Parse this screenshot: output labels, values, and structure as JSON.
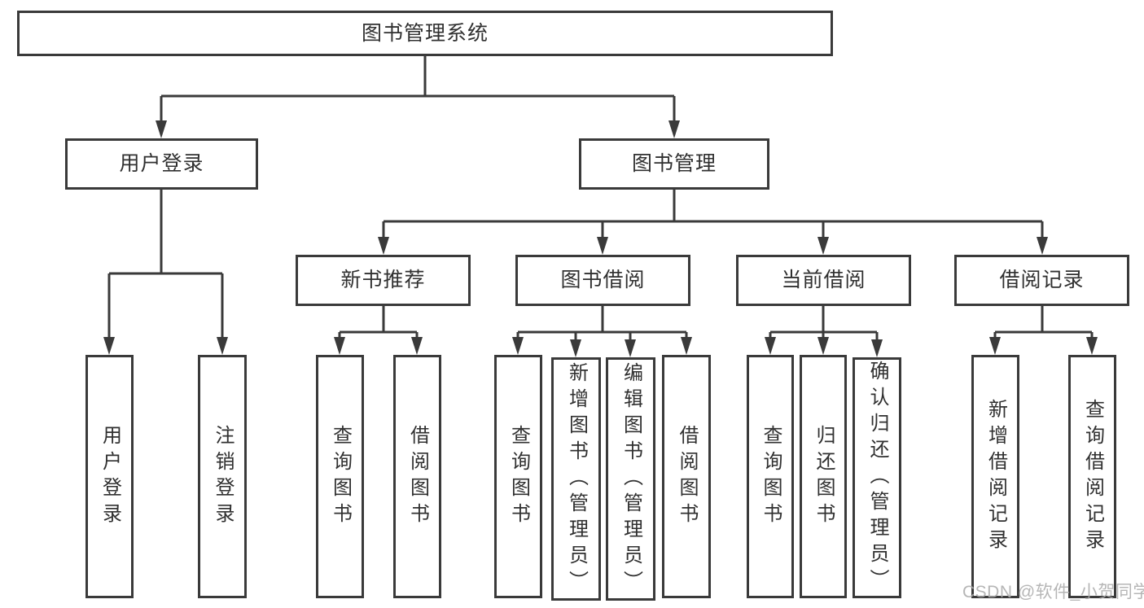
{
  "diagram": {
    "type": "hierarchy",
    "tree": {
      "label": "图书管理系统",
      "children": [
        {
          "label": "用户登录",
          "children": [
            {
              "label": "用户登录"
            },
            {
              "label": "注销登录"
            }
          ]
        },
        {
          "label": "图书管理",
          "children": [
            {
              "label": "新书推荐",
              "children": [
                {
                  "label": "查询图书"
                },
                {
                  "label": "借阅图书"
                }
              ]
            },
            {
              "label": "图书借阅",
              "children": [
                {
                  "label": "查询图书"
                },
                {
                  "label": "新增图书（管理员）"
                },
                {
                  "label": "编辑图书（管理员）"
                },
                {
                  "label": "借阅图书"
                }
              ]
            },
            {
              "label": "当前借阅",
              "children": [
                {
                  "label": "查询图书"
                },
                {
                  "label": "归还图书"
                },
                {
                  "label": "确认归还（管理员）"
                }
              ]
            },
            {
              "label": "借阅记录",
              "children": [
                {
                  "label": "新增借阅记录"
                },
                {
                  "label": "查询借阅记录"
                }
              ]
            }
          ]
        }
      ]
    },
    "colors": {
      "line": "#3a3a3a",
      "box_border": "#3a3a3a",
      "box_background": "#ffffff",
      "text": "#303030",
      "watermark_text": "#acacac",
      "page_background": "#ffffff"
    }
  },
  "watermark": {
    "text": "CSDN @软件_小贺同学"
  }
}
